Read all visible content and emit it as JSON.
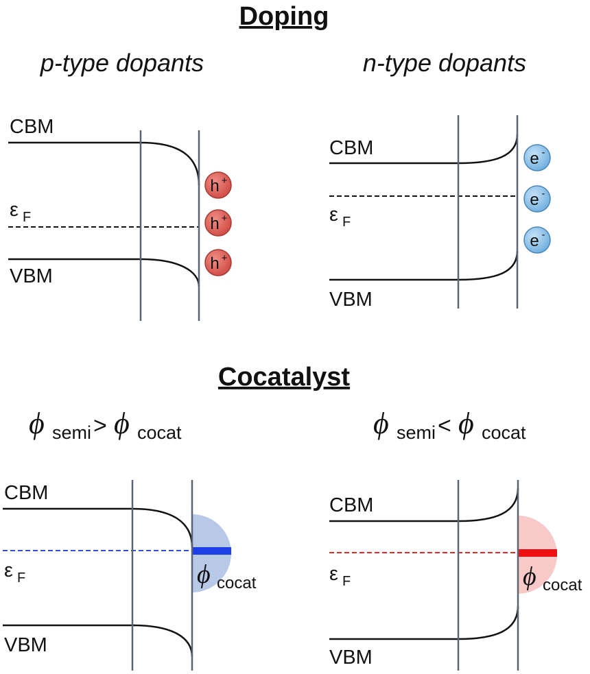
{
  "doping": {
    "title": "Doping",
    "p_type": {
      "subtitle": "p-type dopants",
      "cbm": "CBM",
      "vbm": "VBM",
      "fermi_symbol": "ε",
      "fermi_sub": "F",
      "carriers": [
        {
          "base": "h",
          "sup": "+"
        },
        {
          "base": "h",
          "sup": "+"
        },
        {
          "base": "h",
          "sup": "+"
        }
      ]
    },
    "n_type": {
      "subtitle": "n-type dopants",
      "cbm": "CBM",
      "vbm": "VBM",
      "fermi_symbol": "ε",
      "fermi_sub": "F",
      "carriers": [
        {
          "base": "e",
          "sup": "-"
        },
        {
          "base": "e",
          "sup": "-"
        },
        {
          "base": "e",
          "sup": "-"
        }
      ]
    }
  },
  "cocatalyst": {
    "title": "Cocatalyst",
    "left": {
      "phi": "ϕ",
      "sub_a": "semi",
      "op": ">",
      "sub_b": "cocat",
      "cbm": "CBM",
      "vbm": "VBM",
      "fermi_symbol": "ε",
      "fermi_sub": "F",
      "cocat_phi": "ϕ",
      "cocat_sub": "cocat"
    },
    "right": {
      "phi": "ϕ",
      "sub_a": "semi",
      "op": "<",
      "sub_b": "cocat",
      "cbm": "CBM",
      "vbm": "VBM",
      "fermi_symbol": "ε",
      "fermi_sub": "F",
      "cocat_phi": "ϕ",
      "cocat_sub": "cocat"
    }
  },
  "colors": {
    "hole": "#e0665e",
    "electron": "#8ec4ea",
    "fermi_blue": "#2f4fd8",
    "fermi_red": "#e02a2a",
    "cocat_blue_fill": "#b8c9e8",
    "cocat_blue_bar": "#1f3fe6",
    "cocat_red_fill": "#f7c9c9",
    "cocat_red_bar": "#ee1111"
  }
}
